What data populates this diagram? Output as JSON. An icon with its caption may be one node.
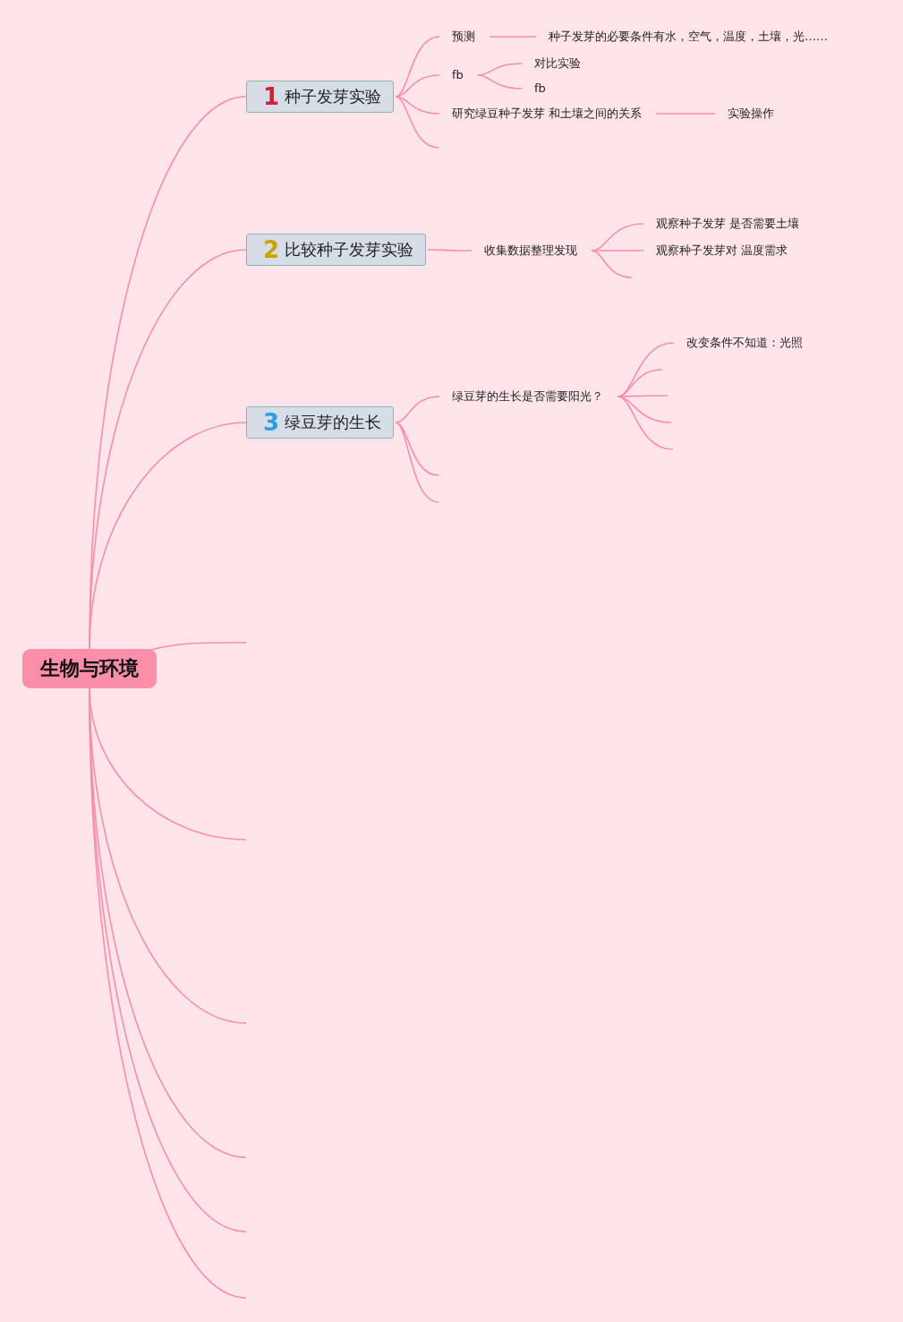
{
  "diagram": {
    "nodes": [
      {
        "text": [
          "生物与环境"
        ]
      },
      {
        "text": [
          "1",
          "种子发芽实验"
        ]
      },
      {
        "text": [
          "预测"
        ]
      },
      {
        "text": [
          "种子发芽的必要条件有水，空气，温度，土壤，光……"
        ]
      },
      {
        "text": [
          "fb"
        ]
      },
      {
        "text": [
          "对比实验"
        ]
      },
      {
        "text": [
          "fb"
        ]
      },
      {
        "text": [
          "研究绿豆种子发芽 和土壤之间的关系"
        ]
      },
      {
        "text": [
          "实验操作"
        ]
      },
      {
        "text": [
          "2",
          "比较种子发芽实验"
        ]
      },
      {
        "text": [
          "收集数据整理发现"
        ]
      },
      {
        "text": [
          "观察种子发芽 是否需要土壤"
        ]
      },
      {
        "text": [
          "观察种子发芽对 温度需求"
        ]
      },
      {
        "text": [
          "3",
          "绿豆芽的生长"
        ]
      },
      {
        "text": [
          "绿豆芽的生长是否需要阳光？"
        ]
      },
      {
        "text": [
          "改变条件不知道：光照"
        ]
      }
    ],
    "edges": [
      {
        "from": 0,
        "to": 1,
        "arrow": "none"
      },
      {
        "from": 0,
        "to": 9,
        "arrow": "none"
      },
      {
        "from": 0,
        "to": 13,
        "arrow": "none"
      },
      {
        "from": 0,
        "to": null,
        "arrow": "none"
      },
      {
        "from": 0,
        "to": null,
        "arrow": "none"
      },
      {
        "from": 0,
        "to": null,
        "arrow": "none"
      },
      {
        "from": 0,
        "to": null,
        "arrow": "none"
      },
      {
        "from": 0,
        "to": null,
        "arrow": "none"
      },
      {
        "from": 0,
        "to": null,
        "arrow": "none"
      },
      {
        "from": 1,
        "to": 2,
        "arrow": "none"
      },
      {
        "from": 1,
        "to": 4,
        "arrow": "none"
      },
      {
        "from": 1,
        "to": 7,
        "arrow": "none"
      },
      {
        "from": 1,
        "to": null,
        "arrow": "none"
      },
      {
        "from": 2,
        "to": 3,
        "arrow": "none"
      },
      {
        "from": 4,
        "to": 5,
        "arrow": "none"
      },
      {
        "from": 4,
        "to": 6,
        "arrow": "none"
      },
      {
        "from": 7,
        "to": 8,
        "arrow": "none"
      },
      {
        "from": 9,
        "to": 10,
        "arrow": "none"
      },
      {
        "from": 10,
        "to": 11,
        "arrow": "none"
      },
      {
        "from": 10,
        "to": 12,
        "arrow": "none"
      },
      {
        "from": 10,
        "to": null,
        "arrow": "none"
      },
      {
        "from": 13,
        "to": 14,
        "arrow": "none"
      },
      {
        "from": 13,
        "to": null,
        "arrow": "none"
      },
      {
        "from": 13,
        "to": null,
        "arrow": "none"
      },
      {
        "from": 14,
        "to": 15,
        "arrow": "none"
      },
      {
        "from": 14,
        "to": null,
        "arrow": "none"
      },
      {
        "from": 14,
        "to": null,
        "arrow": "none"
      },
      {
        "from": 14,
        "to": null,
        "arrow": "none"
      },
      {
        "from": 14,
        "to": null,
        "arrow": "none"
      }
    ]
  }
}
